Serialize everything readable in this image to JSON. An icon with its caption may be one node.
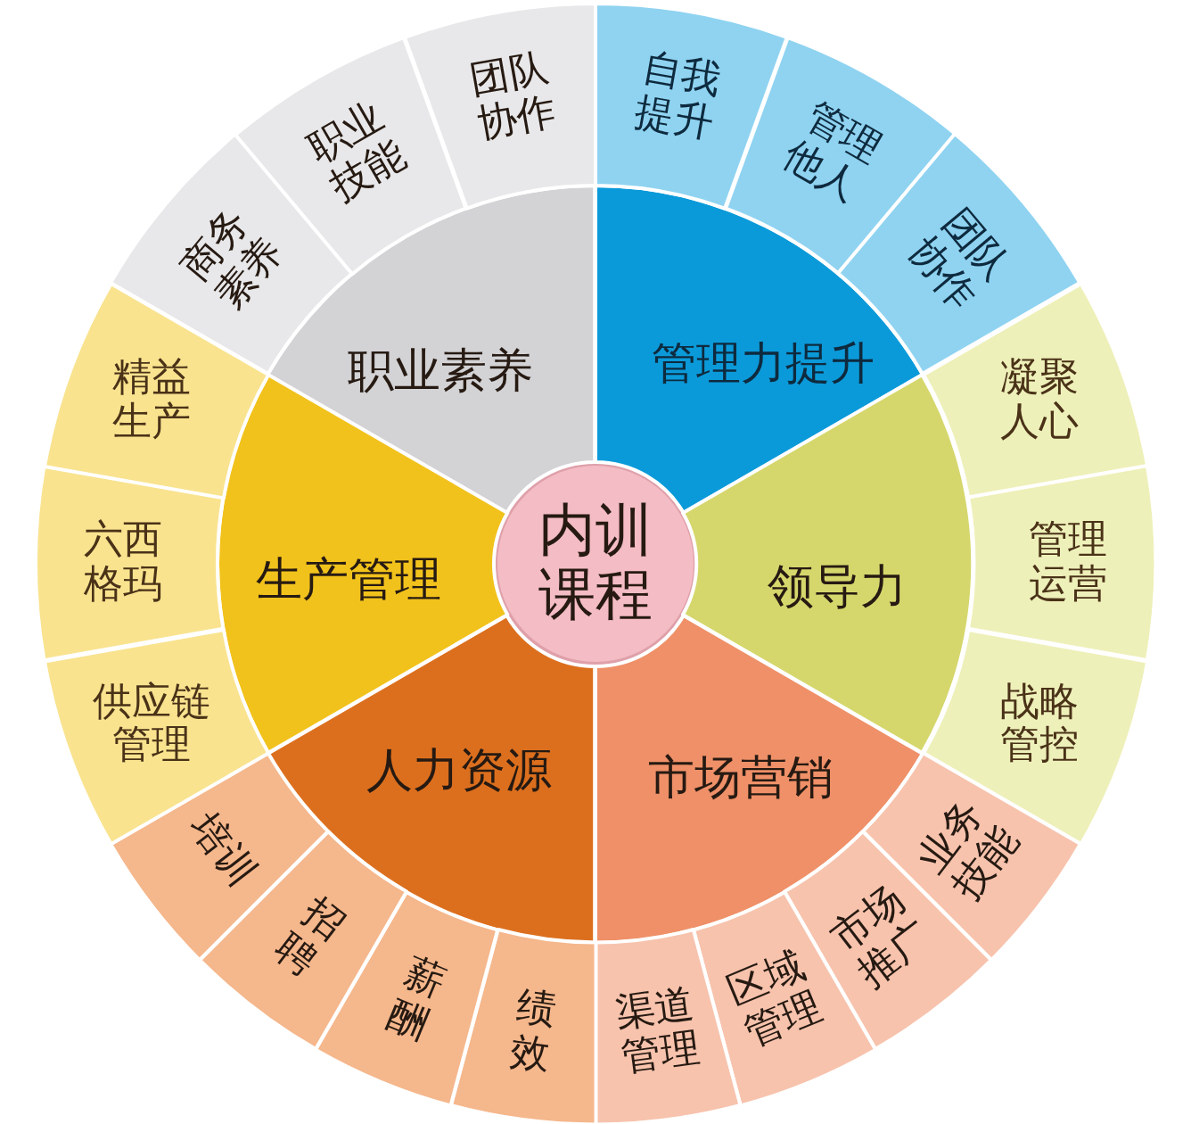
{
  "diagram": {
    "nodes": [
      {
        "text": [
          "内训课程"
        ]
      },
      {
        "text": [
          "职业素养"
        ]
      },
      {
        "text": [
          "商务素养"
        ]
      },
      {
        "text": [
          "职业技能"
        ]
      },
      {
        "text": [
          "团队协作"
        ]
      },
      {
        "text": [
          "管理力提升"
        ]
      },
      {
        "text": [
          "自我提升"
        ]
      },
      {
        "text": [
          "管理他人"
        ]
      },
      {
        "text": [
          "团队协作"
        ]
      },
      {
        "text": [
          "领导力"
        ]
      },
      {
        "text": [
          "凝聚人心"
        ]
      },
      {
        "text": [
          "管理运营"
        ]
      },
      {
        "text": [
          "战略管控"
        ]
      },
      {
        "text": [
          "市场营销"
        ]
      },
      {
        "text": [
          "业务技能"
        ]
      },
      {
        "text": [
          "市场推广"
        ]
      },
      {
        "text": [
          "区域管理"
        ]
      },
      {
        "text": [
          "渠道管理"
        ]
      },
      {
        "text": [
          "人力资源"
        ]
      },
      {
        "text": [
          "绩效"
        ]
      },
      {
        "text": [
          "薪酬"
        ]
      },
      {
        "text": [
          "招聘"
        ]
      },
      {
        "text": [
          "培训"
        ]
      },
      {
        "text": [
          "生产管理"
        ]
      },
      {
        "text": [
          "供应链管理"
        ]
      },
      {
        "text": [
          "六西格玛"
        ]
      },
      {
        "text": [
          "精益生产"
        ]
      }
    ]
  }
}
